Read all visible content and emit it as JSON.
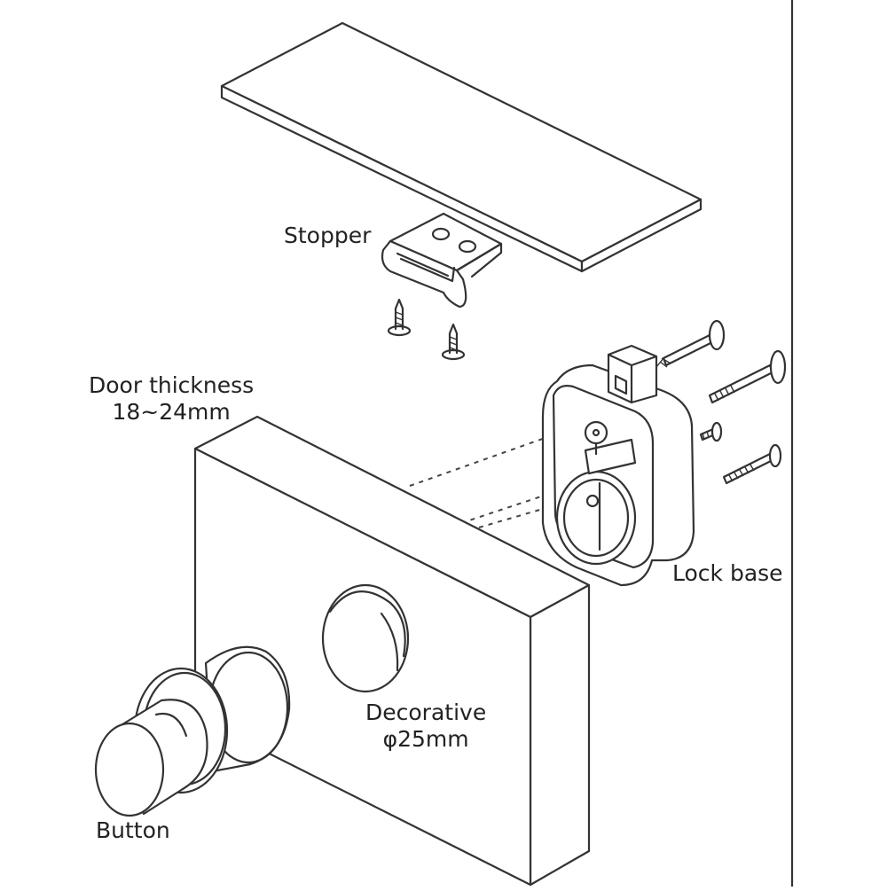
{
  "labels": {
    "stopper": "Stopper",
    "door_thickness_line1": "Door thickness",
    "door_thickness_line2": "18~24mm",
    "lock_base": "Lock base",
    "decorative_line1": "Decorative",
    "decorative_line2": "φ25mm",
    "button": "Button"
  },
  "colors": {
    "line": "#333333",
    "background": "#ffffff"
  }
}
